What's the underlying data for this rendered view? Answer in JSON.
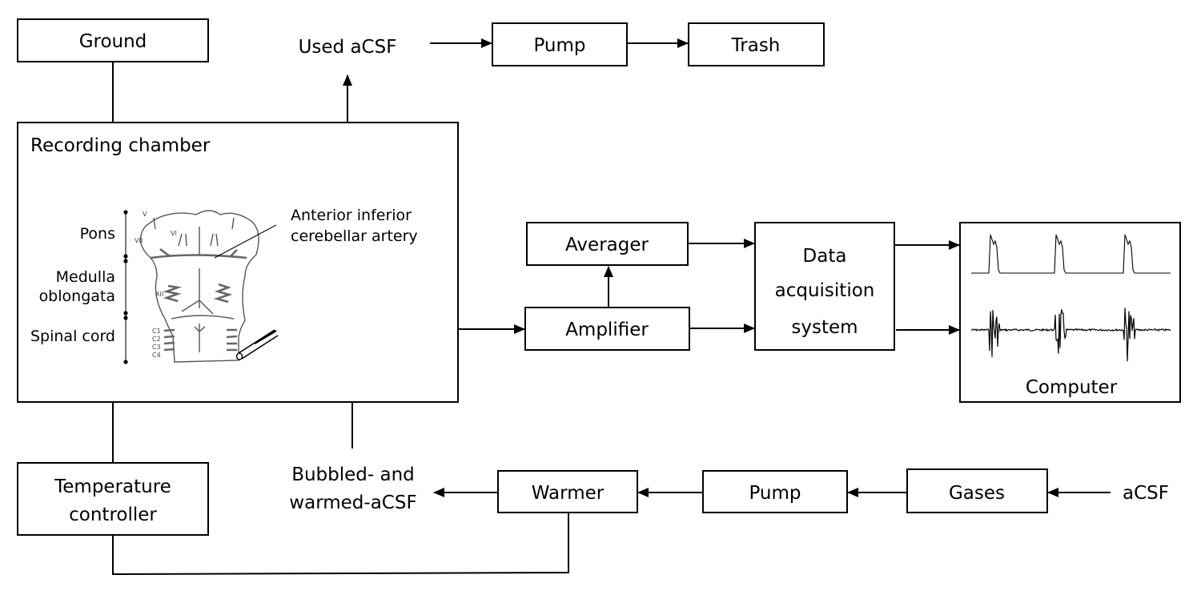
{
  "diagram": {
    "nodes": {
      "ground": "Ground",
      "used_acsf": "Used aCSF",
      "pump_top": "Pump",
      "trash": "Trash",
      "recording_chamber": "Recording chamber",
      "averager": "Averager",
      "amplifier": "Amplifier",
      "daq": [
        "Data",
        "acquisition",
        "system"
      ],
      "computer": "Computer",
      "temperature_controller": [
        "Temperature",
        "controller"
      ],
      "bubbled_acsf": [
        "Bubbled- and",
        "warmed-aCSF"
      ],
      "warmer": "Warmer",
      "pump_bottom": "Pump",
      "gases": "Gases",
      "acsf_source": "aCSF"
    },
    "brainstem": {
      "regions": [
        "Pons",
        [
          "Medulla",
          "oblongata"
        ],
        "Spinal cord"
      ],
      "artery_label": [
        "Anterior inferior",
        "cerebellar artery"
      ],
      "nerve_labels": [
        "V",
        "VI",
        "VII",
        "XII",
        "C1",
        "C2",
        "C3",
        "C4"
      ]
    },
    "edges": [
      {
        "from": "recording_chamber",
        "to": "used_acsf",
        "type": "arrow"
      },
      {
        "from": "used_acsf",
        "to": "pump_top",
        "type": "arrow"
      },
      {
        "from": "pump_top",
        "to": "trash",
        "type": "arrow"
      },
      {
        "from": "ground",
        "to": "recording_chamber",
        "type": "line"
      },
      {
        "from": "recording_chamber",
        "to": "amplifier",
        "type": "arrow"
      },
      {
        "from": "amplifier",
        "to": "averager",
        "type": "arrow"
      },
      {
        "from": "averager",
        "to": "daq",
        "type": "arrow"
      },
      {
        "from": "amplifier",
        "to": "daq",
        "type": "arrow"
      },
      {
        "from": "daq",
        "to": "computer",
        "type": "arrow",
        "count": 2
      },
      {
        "from": "acsf_source",
        "to": "gases",
        "type": "arrow"
      },
      {
        "from": "gases",
        "to": "pump_bottom",
        "type": "arrow"
      },
      {
        "from": "pump_bottom",
        "to": "warmer",
        "type": "arrow"
      },
      {
        "from": "warmer",
        "to": "bubbled_acsf",
        "type": "arrow"
      },
      {
        "from": "bubbled_acsf",
        "to": "recording_chamber",
        "type": "arrow"
      },
      {
        "from": "recording_chamber",
        "to": "temperature_controller",
        "type": "line"
      },
      {
        "from": "temperature_controller",
        "to": "warmer",
        "type": "line"
      }
    ],
    "computer_traces": {
      "integrated_burst_count": 3,
      "raw_burst_count": 3
    }
  }
}
